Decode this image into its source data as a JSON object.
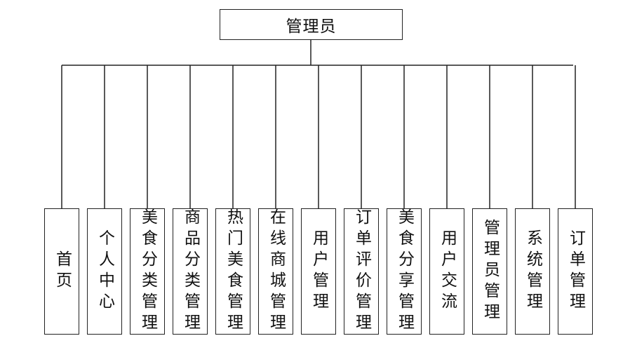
{
  "root": {
    "label": "管理员"
  },
  "children": [
    {
      "label": "首页"
    },
    {
      "label": "个人中心"
    },
    {
      "label": "美食分类管理"
    },
    {
      "label": "商品分类管理"
    },
    {
      "label": "热门美食管理"
    },
    {
      "label": "在线商城管理"
    },
    {
      "label": "用户管理"
    },
    {
      "label": "订单评价管理"
    },
    {
      "label": "美食分享管理"
    },
    {
      "label": "用户交流"
    },
    {
      "label": "管理员管理"
    },
    {
      "label": "系统管理"
    },
    {
      "label": "订单管理"
    }
  ]
}
